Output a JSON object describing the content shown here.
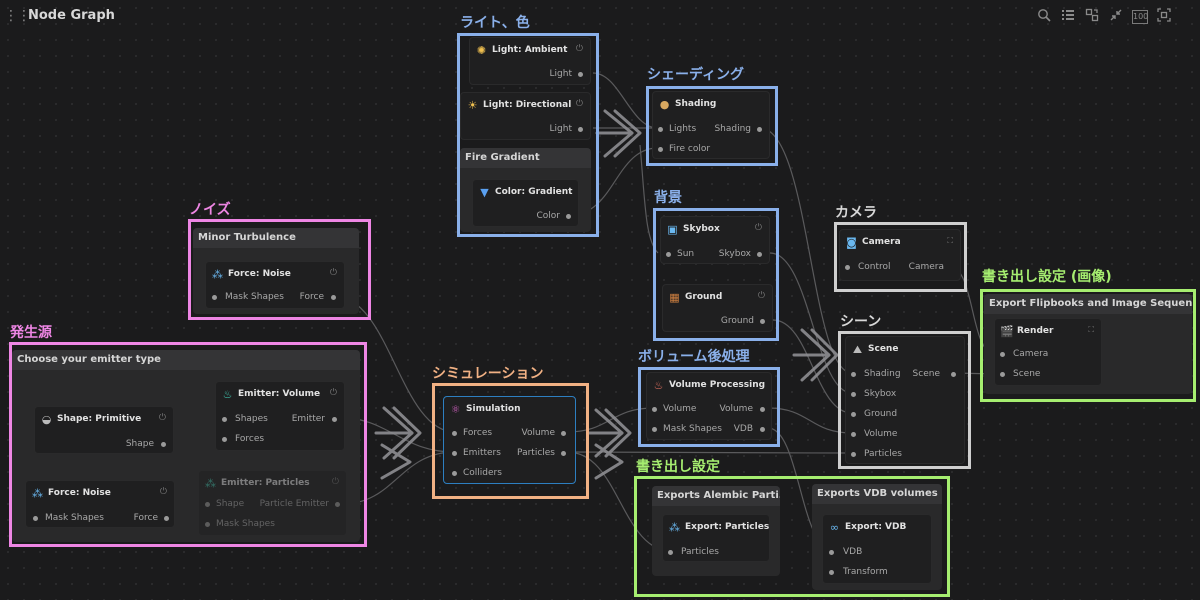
{
  "window": {
    "title": "Node Graph"
  },
  "toolbar": {
    "zoom_label": "100"
  },
  "labels": {
    "light_color": "ライト、色",
    "shading": "シェーディング",
    "noise": "ノイズ",
    "background": "背景",
    "camera": "カメラ",
    "export_images": "書き出し設定 (画像)",
    "source": "発生源",
    "scene": "シーン",
    "simulation": "シミュレーション",
    "volume_post": "ボリューム後処理",
    "export_settings": "書き出し設定"
  },
  "groups": {
    "fire_gradient": "Fire Gradient",
    "minor_turbulence": "Minor Turbulence",
    "emitter_type": "Choose your emitter type",
    "export_flipbooks": "Export Flipbooks and Image Sequences",
    "exports_alembic": "Exports Alembic Parti...",
    "exports_vdb": "Exports VDB volumes"
  },
  "nodes": {
    "light_ambient": {
      "title": "Light: Ambient",
      "out": "Light"
    },
    "light_directional": {
      "title": "Light: Directional",
      "out": "Light"
    },
    "color_gradient": {
      "title": "Color: Gradient",
      "out": "Color"
    },
    "shading": {
      "title": "Shading",
      "in1": "Lights",
      "in2": "Fire color",
      "out": "Shading"
    },
    "skybox": {
      "title": "Skybox",
      "in": "Sun",
      "out": "Skybox"
    },
    "ground": {
      "title": "Ground",
      "out": "Ground"
    },
    "camera": {
      "title": "Camera",
      "in": "Control",
      "out": "Camera"
    },
    "render": {
      "title": "Render",
      "in1": "Camera",
      "in2": "Scene"
    },
    "force_noise_top": {
      "title": "Force: Noise",
      "in": "Mask Shapes",
      "out": "Force"
    },
    "shape_primitive": {
      "title": "Shape: Primitive",
      "out": "Shape"
    },
    "emitter_volume": {
      "title": "Emitter: Volume",
      "in1": "Shapes",
      "in2": "Forces",
      "out": "Emitter"
    },
    "emitter_particles": {
      "title": "Emitter: Particles",
      "in1": "Shape",
      "in2": "Mask Shapes",
      "out": "Particle Emitter"
    },
    "force_noise_bottom": {
      "title": "Force: Noise",
      "in": "Mask Shapes",
      "out": "Force"
    },
    "simulation": {
      "title": "Simulation",
      "in1": "Forces",
      "in2": "Emitters",
      "in3": "Colliders",
      "out1": "Volume",
      "out2": "Particles"
    },
    "volume_processing": {
      "title": "Volume Processing",
      "in1": "Volume",
      "in2": "Mask Shapes",
      "out1": "Volume",
      "out2": "VDB"
    },
    "scene": {
      "title": "Scene",
      "in1": "Shading",
      "in2": "Skybox",
      "in3": "Ground",
      "in4": "Volume",
      "in5": "Particles",
      "out": "Scene"
    },
    "export_particles": {
      "title": "Export: Particles",
      "in": "Particles"
    },
    "export_vdb": {
      "title": "Export: VDB",
      "in1": "VDB",
      "in2": "Transform"
    }
  },
  "colors": {
    "blue": "#8ab0ea",
    "pink": "#ee86e4",
    "orange": "#f1b184",
    "green": "#a6ee70",
    "white": "#cfcfcf",
    "selection": "#2d7fc1"
  },
  "icons": [
    "search-icon",
    "list-icon",
    "layout-icon",
    "collapse-icon",
    "zoom-100-icon",
    "fit-icon",
    "power-icon"
  ]
}
